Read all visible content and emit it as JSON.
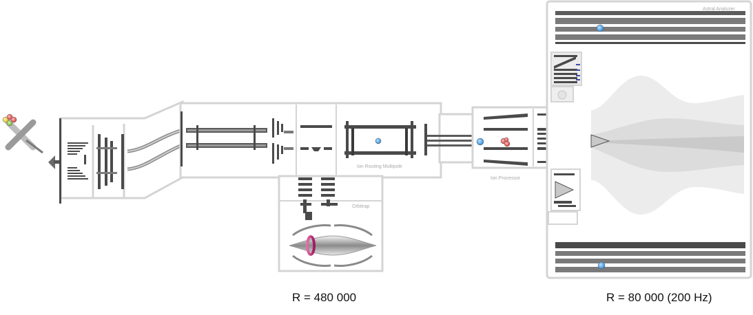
{
  "labels": {
    "ion_routing_multipole": "Ion Routing Multipole",
    "orbitrap": "Orbitrap",
    "ion_processor": "Ion Processor",
    "astral_analyzer": "Astral Analyzer"
  },
  "resolution": {
    "orbitrap": "R = 480 000",
    "astral": "R = 80 000 (200 Hz)"
  },
  "colors": {
    "housing_stroke": "#d4d4d4",
    "electrode_dark": "#4a4a4a",
    "ion_blue": "#2e8bd6",
    "ion_red": "#d63a3a",
    "ion_green": "#78b030",
    "ion_yellow": "#e0c020",
    "orbitrap_ring": "#c0307a",
    "flight_plume": "#e8e8e8"
  }
}
